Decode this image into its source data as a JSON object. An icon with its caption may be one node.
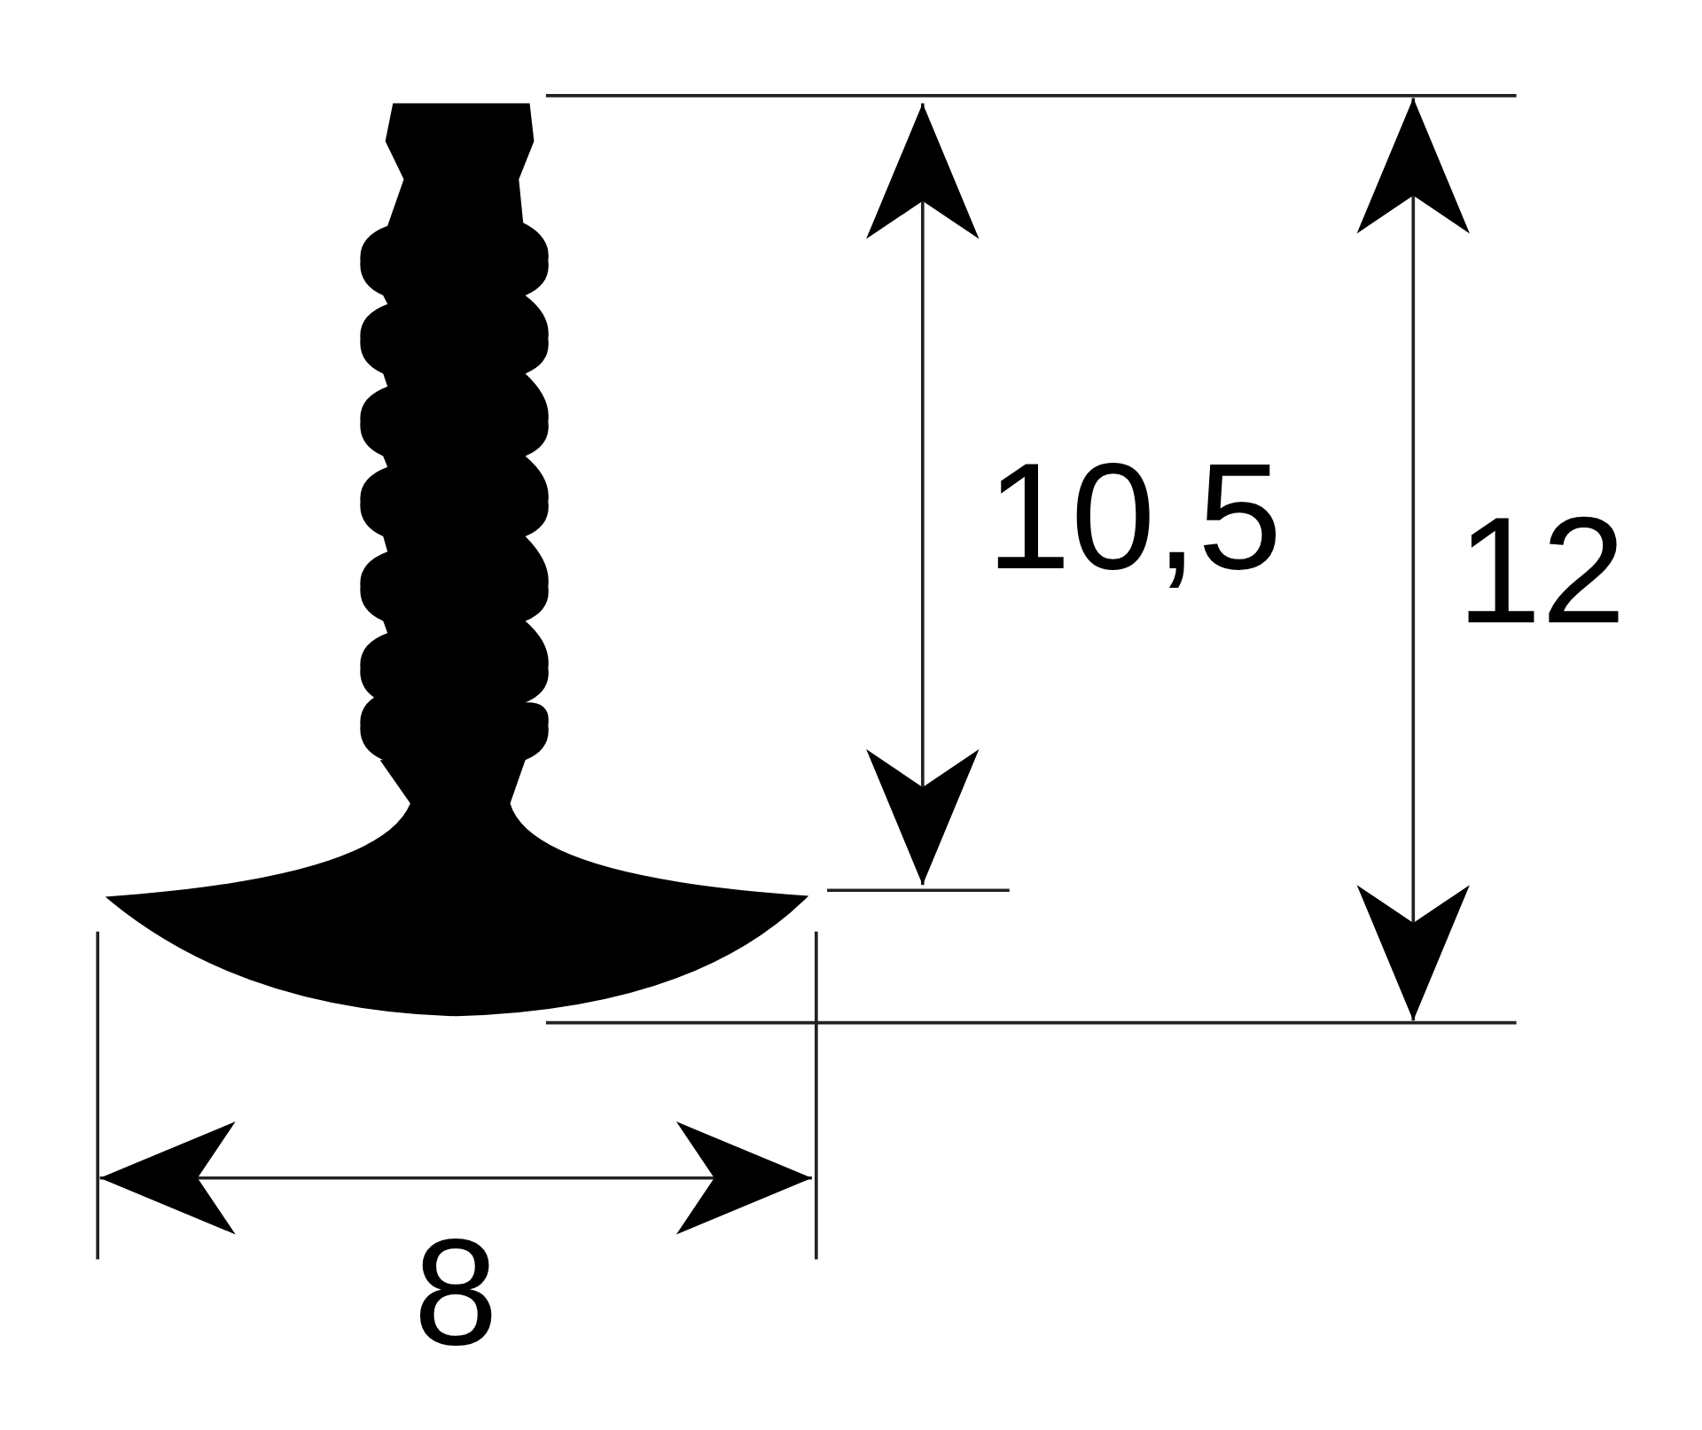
{
  "diagram": {
    "labels": [
      "10,5",
      "12",
      "8"
    ]
  }
}
